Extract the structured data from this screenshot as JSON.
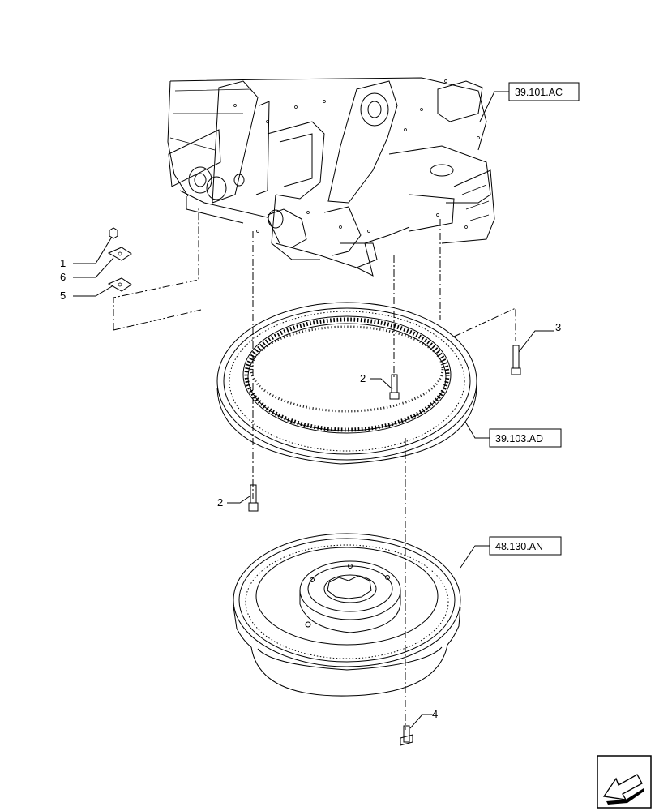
{
  "diagram": {
    "references": [
      {
        "id": "upper-frame",
        "label": "39.101.AC"
      },
      {
        "id": "swing-ring",
        "label": "39.103.AD"
      },
      {
        "id": "swing-bearing-housing",
        "label": "48.130.AN"
      }
    ],
    "callouts": {
      "c1": "1",
      "c6": "6",
      "c5": "5",
      "c3": "3",
      "c2a": "2",
      "c2b": "2",
      "c4": "4"
    }
  }
}
